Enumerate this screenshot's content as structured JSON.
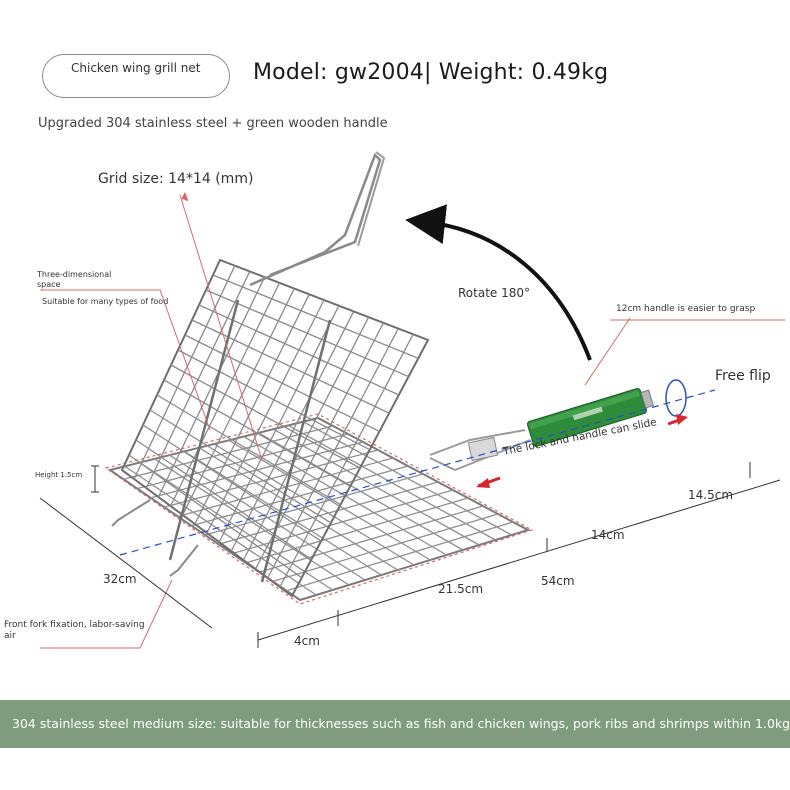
{
  "header": {
    "product_name": "Chicken wing grill net",
    "model_weight": "Model: gw2004| Weight: 0.49kg",
    "material": "Upgraded 304 stainless steel + green wooden handle"
  },
  "callouts": {
    "grid_size": "Grid size: 14*14 (mm)",
    "three_dimensional": "Three-dimensional space",
    "suitable": "Suitable for many types of food",
    "height": "Height 1.5cm",
    "rotate": "Rotate 180°",
    "handle_grasp": "12cm handle is easier to grasp",
    "free_flip": "Free flip",
    "lock_slide": "The lock and handle can slide",
    "front_fork": "Front fork fixation, labor-saving air"
  },
  "dimensions": {
    "width": "32cm",
    "depth_4": "4cm",
    "length_21": "21.5cm",
    "total_54": "54cm",
    "handle_14": "14cm",
    "handle_14_5": "14.5cm"
  },
  "footer": {
    "banner": "304 stainless steel medium size: suitable for thicknesses such as fish and chicken wings, pork ribs and shrimps within 1.0kg"
  },
  "colors": {
    "banner_bg": "#7f9c7f",
    "handle_green": "#2e8b3a",
    "arrow_red": "#d9262a",
    "arrow_blue": "#2b4fc4",
    "callout_line": "#d46a6a"
  }
}
